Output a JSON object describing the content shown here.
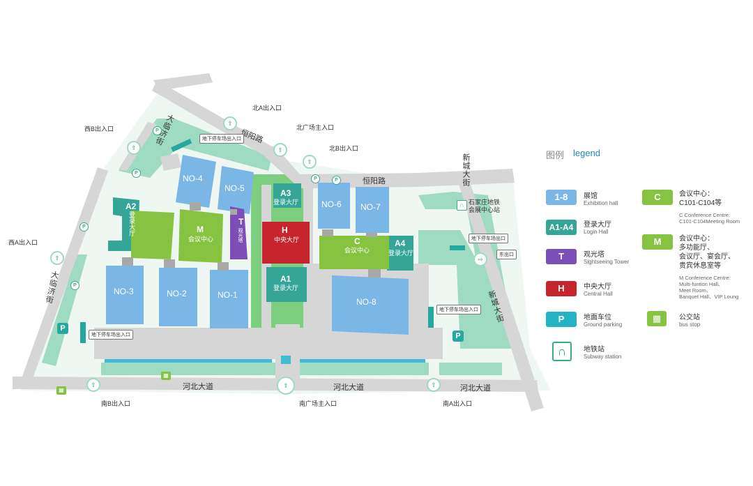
{
  "roads": {
    "dalinji_top": "大临济街",
    "dalinji_left": "大临济街",
    "hengyang_left": "恒阳路",
    "hengyang_right": "恒阳路",
    "xincheng_top": "新城大街",
    "xincheng_bottom": "新城大街",
    "hebei_left": "河北大道",
    "hebei_mid": "河北大道",
    "hebei_right": "河北大道"
  },
  "entrances": {
    "west_b": "西B出入口",
    "west_a": "西A出入口",
    "north_a": "北A出入口",
    "north_plaza": "北广场主入口",
    "north_b": "北B出入口",
    "south_b": "南B出入口",
    "south_plaza": "南广场主入口",
    "south_a": "南A出入口",
    "east": "东出口"
  },
  "callouts": {
    "garage_nw": "地下停车场出入口",
    "garage_sw": "地下停车场出入口",
    "garage_e": "地下停车场出口",
    "garage_se": "地下停车场出入口"
  },
  "subway_station": {
    "line1": "石家庄地铁",
    "line2": "会展中心站"
  },
  "halls": {
    "no4": "NO-4",
    "no5": "NO-5",
    "no6": "NO-6",
    "no7": "NO-7",
    "no3": "NO-3",
    "no2": "NO-2",
    "no1": "NO-1",
    "no8": "NO-8"
  },
  "buildings": {
    "a1": {
      "code": "A1",
      "name": "登录大厅"
    },
    "a2": {
      "code": "A2",
      "name": "登录大厅"
    },
    "a3": {
      "code": "A3",
      "name": "登录大厅"
    },
    "a4": {
      "code": "A4",
      "name": "登录大厅"
    },
    "h": {
      "code": "H",
      "name": "中央大厅"
    },
    "m": {
      "code": "M",
      "name": "会议中心"
    },
    "c": {
      "code": "C",
      "name": "会议中心"
    },
    "t": {
      "code": "T",
      "name": "观光塔"
    }
  },
  "map_icons": {
    "parking": "P",
    "bus": "bus-icon",
    "entrance": "chevron-up-icon",
    "subway": "subway-icon"
  },
  "legend": {
    "title_cn": "图例",
    "title_en": "legend",
    "items": [
      {
        "code": "1-8",
        "cn": "展馆",
        "en": "Exhibition hall",
        "color": "#7ab7e6"
      },
      {
        "code": "A1-A4",
        "cn": "登录大厅",
        "en": "Login Hall",
        "color": "#34a597"
      },
      {
        "code": "T",
        "cn": "观光塔",
        "en": "Sightseeing Tower",
        "color": "#7d4fb6"
      },
      {
        "code": "H",
        "cn": "中央大厅",
        "en": "Central Hall",
        "color": "#c8242d"
      },
      {
        "code": "P",
        "cn": "地面车位",
        "en": "Ground parking",
        "color": "#24b3c4"
      },
      {
        "code": "subway",
        "cn": "地铁站",
        "en": "Subway station",
        "color": "#3aaa8a"
      }
    ],
    "items_right": [
      {
        "code": "C",
        "cn": "会议中心：",
        "cn2": "C101-C104等",
        "en": "C Conference Centre:",
        "en2": "C101-C104Meeting Room",
        "color": "#86c341"
      },
      {
        "code": "M",
        "cn": "会议中心：",
        "cn_lines": [
          "多功能厅、",
          "会议厅、宴会厅、",
          "贵宾休息室等"
        ],
        "en_lines": [
          "M Conference Centre:",
          "Multi-funtion Hall、",
          "Meet Room、",
          "Banquet Hall、VIP Loung"
        ],
        "color": "#86c341"
      },
      {
        "code": "bus",
        "cn": "公交站",
        "en": "bus stop",
        "color": "#86c341"
      }
    ]
  },
  "colors": {
    "road": "#d9d9d9",
    "green": "#9fdac2",
    "hall_blue": "#7ab7e6",
    "teal": "#34a597",
    "lime": "#86c341",
    "red": "#c8242d",
    "purple": "#7d4fb6"
  }
}
